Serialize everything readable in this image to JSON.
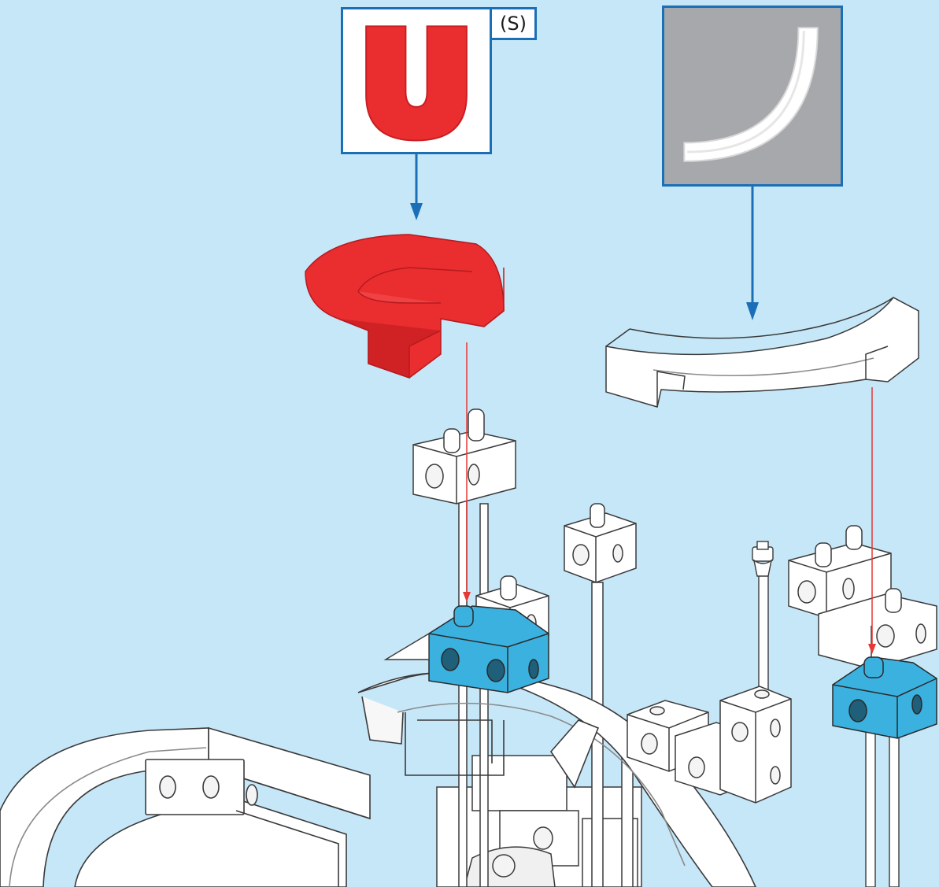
{
  "parts_callouts": [
    {
      "name": "u-piece",
      "quantity_label": "(S)",
      "color": "#ea2d2f"
    },
    {
      "name": "curve-piece",
      "color": "#ffffff",
      "panel_color": "#a7a8ab"
    }
  ],
  "colors": {
    "background": "#c6e7f8",
    "callout_border": "#1b6fb6",
    "arrow_blue": "#1b6fb6",
    "arrow_red": "#e53935",
    "red_part": "#ea2d2f",
    "blue_block": "#3bb1df",
    "white_part": "#ffffff",
    "outline": "#3a3a3a"
  }
}
